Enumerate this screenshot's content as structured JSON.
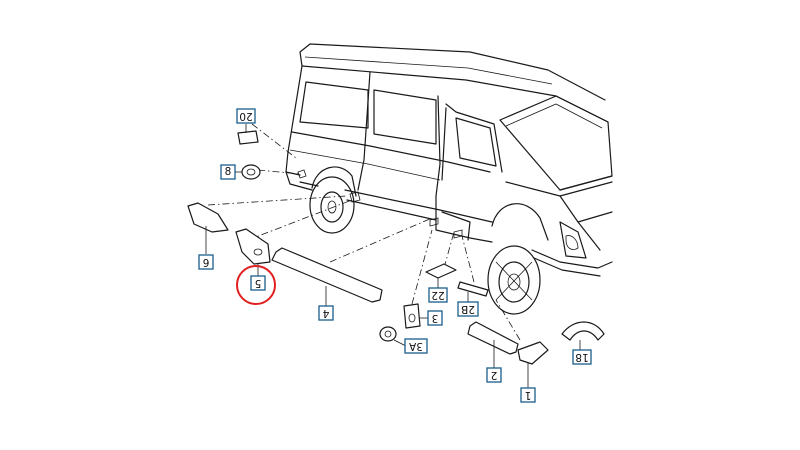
{
  "diagram": {
    "callouts": [
      {
        "id": "20",
        "label": "20"
      },
      {
        "id": "8",
        "label": "8"
      },
      {
        "id": "6",
        "label": "6"
      },
      {
        "id": "5",
        "label": "5"
      },
      {
        "id": "4",
        "label": "4"
      },
      {
        "id": "22",
        "label": "22"
      },
      {
        "id": "2B",
        "label": "2B"
      },
      {
        "id": "3",
        "label": "3"
      },
      {
        "id": "3A",
        "label": "3A"
      },
      {
        "id": "2",
        "label": "2"
      },
      {
        "id": "1",
        "label": "1"
      },
      {
        "id": "18",
        "label": "18"
      }
    ],
    "highlight": {
      "callout": "5",
      "color": "#e02020"
    },
    "colors": {
      "line": "#1a1a1a",
      "callout_border": "#1a5e8c",
      "background": "#ffffff"
    }
  }
}
